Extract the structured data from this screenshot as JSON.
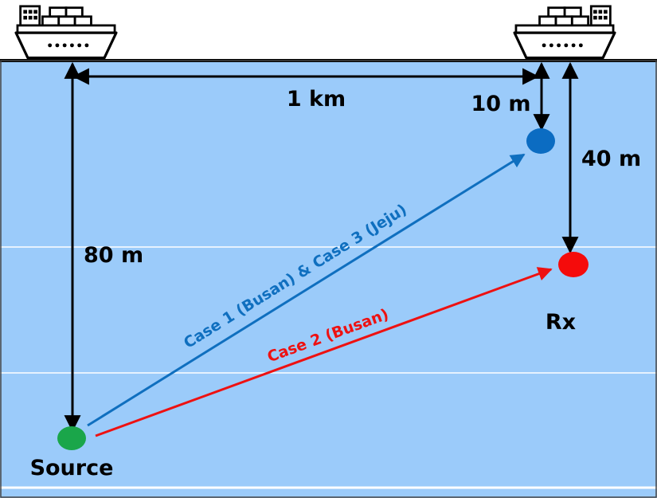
{
  "labels": {
    "horizontal_distance": "1 km",
    "rx_shallow_depth": "10 m",
    "rx_deep_depth": "40 m",
    "source_depth": "80 m",
    "source": "Source",
    "receiver": "Rx",
    "path_blue": "Case 1 (Busan) & Case 3 (Jeju)",
    "path_red": "Case 2 (Busan)"
  },
  "colors": {
    "water": "#9bcbfa",
    "seabed_line": "#ffffff",
    "surface": "#000000",
    "blue_path": "#0f6fbf",
    "red_path": "#ee1111",
    "source_node": "#1aa64a",
    "rx_shallow_node": "#0b6cc2",
    "rx_deep_node": "#f50b0b"
  },
  "icons": {
    "source_ship": "cargo-ship-icon",
    "rx_ship": "cargo-ship-icon"
  }
}
